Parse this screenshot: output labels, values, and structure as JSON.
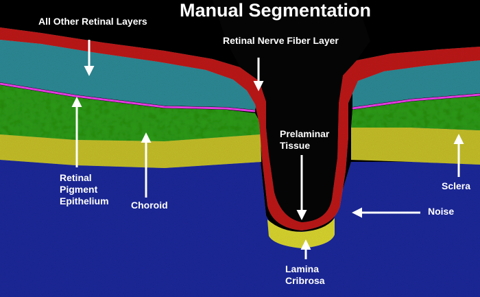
{
  "title": "Manual Segmentation",
  "labels": {
    "all_other_retinal_layers": "All Other Retinal Layers",
    "retinal_nerve_fiber_layer": "Retinal Nerve Fiber Layer",
    "prelaminar_tissue_line1": "Prelaminar",
    "prelaminar_tissue_line2": "Tissue",
    "rpe_line1": "Retinal",
    "rpe_line2": "Pigment",
    "rpe_line3": "Epithelium",
    "choroid": "Choroid",
    "sclera": "Sclera",
    "noise": "Noise",
    "lamina_line1": "Lamina",
    "lamina_line2": "Cribrosa"
  },
  "colors": {
    "background": "#000000",
    "noise": "#1c2a9c",
    "sclera": "#c8c22a",
    "choroid": "#2c9a14",
    "rpe": "#e23ae0",
    "other_retinal_layers": "#2e8c98",
    "rnfl": "#c01818",
    "prelaminar": "#050505",
    "lamina_cribrosa": "#dcd830",
    "text": "#ffffff"
  }
}
